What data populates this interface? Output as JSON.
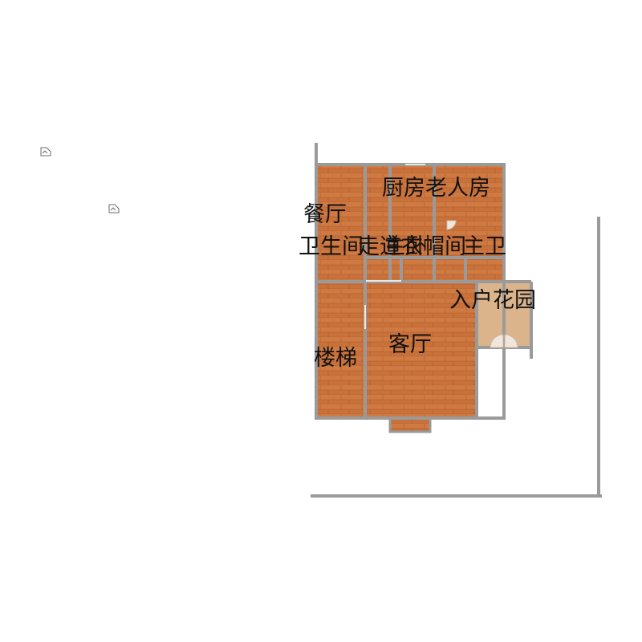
{
  "colors": {
    "floor_wood": "#c9713a",
    "floor_wood_dark": "#b65f2b",
    "wall": "#9a9a9a",
    "background": "#ffffff",
    "label": "#111111"
  },
  "icons": [
    "broken-image-icon",
    "broken-image-icon"
  ],
  "rooms": {
    "kitchen": "厨房",
    "old_room": "老人房",
    "dining": "餐厅",
    "bathroom": "卫生间",
    "corridor": "走道",
    "master_bedroom": "主卧",
    "cloakroom": "衣帽间",
    "main_bath": "主卫",
    "entry_garden": "入户花园",
    "living_room": "客厅",
    "stairs": "楼梯"
  }
}
